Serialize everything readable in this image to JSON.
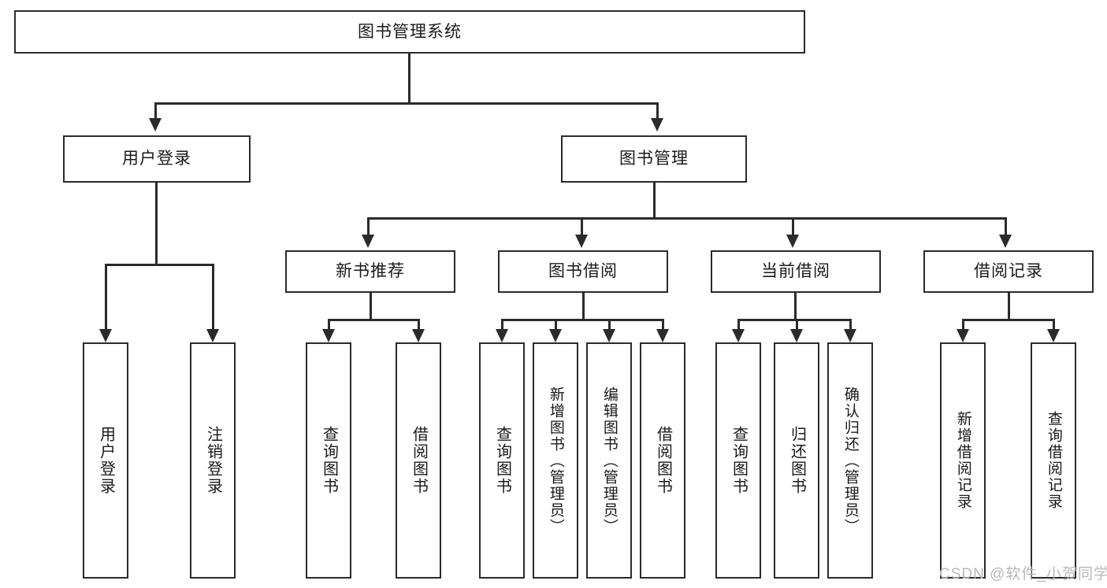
{
  "diagram": {
    "type": "tree-hierarchy-diagram",
    "title": "图书管理系统",
    "watermark": "CSDN @软件_小贺同学",
    "colors": {
      "stroke": "#2b2b2b",
      "fill": "#ffffff",
      "text": "#1a1a1a",
      "watermark": "#b9b9b9"
    },
    "nodes": {
      "root": "图书管理系统",
      "level2": [
        "用户登录",
        "图书管理"
      ],
      "level3": [
        "新书推荐",
        "图书借阅",
        "当前借阅",
        "借阅记录"
      ],
      "leaves": {
        "user_login": [
          "用户登录",
          "注销登录"
        ],
        "new_book_recommend": [
          "查询图书",
          "借阅图书"
        ],
        "book_borrow": [
          "查询图书",
          "新增图书（管理员）",
          "编辑图书（管理员）",
          "借阅图书"
        ],
        "current_borrow": [
          "查询图书",
          "归还图书",
          "确认归还（管理员）"
        ],
        "borrow_record": [
          "新增借阅记录",
          "查询借阅记录"
        ]
      }
    },
    "edges": [
      {
        "from": "图书管理系统",
        "to": "用户登录"
      },
      {
        "from": "图书管理系统",
        "to": "图书管理"
      },
      {
        "from": "用户登录",
        "to": "用户登录"
      },
      {
        "from": "用户登录",
        "to": "注销登录"
      },
      {
        "from": "图书管理",
        "to": "新书推荐"
      },
      {
        "from": "图书管理",
        "to": "图书借阅"
      },
      {
        "from": "图书管理",
        "to": "当前借阅"
      },
      {
        "from": "图书管理",
        "to": "借阅记录"
      },
      {
        "from": "新书推荐",
        "to": "查询图书"
      },
      {
        "from": "新书推荐",
        "to": "借阅图书"
      },
      {
        "from": "图书借阅",
        "to": "查询图书"
      },
      {
        "from": "图书借阅",
        "to": "新增图书（管理员）"
      },
      {
        "from": "图书借阅",
        "to": "编辑图书（管理员）"
      },
      {
        "from": "图书借阅",
        "to": "借阅图书"
      },
      {
        "from": "当前借阅",
        "to": "查询图书"
      },
      {
        "from": "当前借阅",
        "to": "归还图书"
      },
      {
        "from": "当前借阅",
        "to": "确认归还（管理员）"
      },
      {
        "from": "借阅记录",
        "to": "新增借阅记录"
      },
      {
        "from": "借阅记录",
        "to": "查询借阅记录"
      }
    ]
  }
}
